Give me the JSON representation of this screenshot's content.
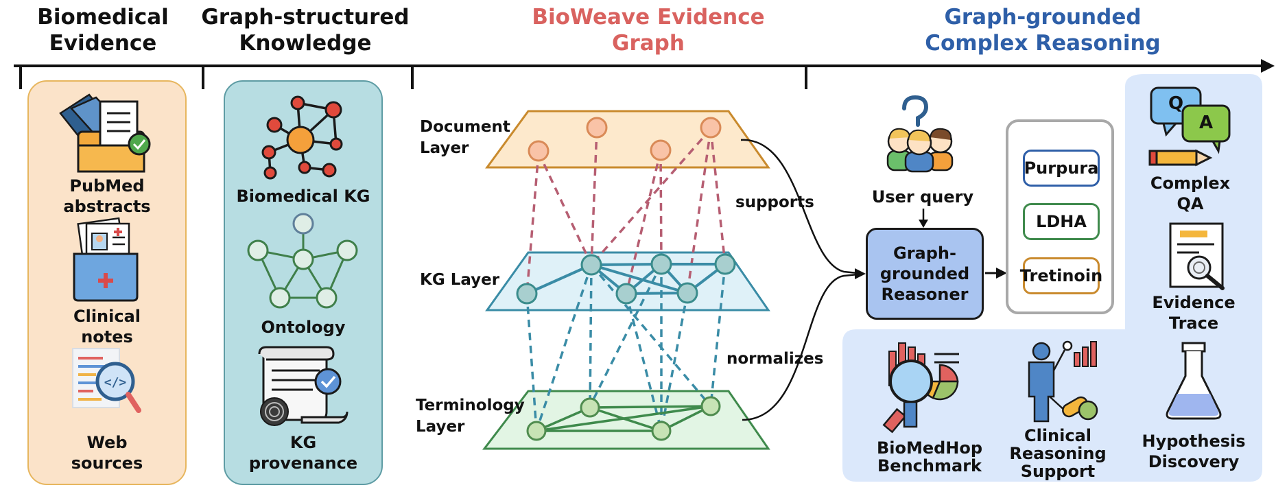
{
  "headers": {
    "col1": [
      "Biomedical",
      "Evidence"
    ],
    "col2": [
      "Graph-structured",
      "Knowledge"
    ],
    "col3": [
      "BioWeave Evidence",
      "Graph"
    ],
    "col4": [
      "Graph-grounded",
      "Complex Reasoning"
    ]
  },
  "evidence": {
    "pubmed": [
      "PubMed",
      "abstracts"
    ],
    "clinical": [
      "Clinical",
      "notes"
    ],
    "web": [
      "Web",
      "sources"
    ]
  },
  "knowledge": {
    "kg": "Biomedical KG",
    "ontology": "Ontology",
    "provenance": [
      "KG",
      "provenance"
    ]
  },
  "graph": {
    "document_layer": [
      "Document",
      "Layer"
    ],
    "kg_layer": "KG Layer",
    "terminology_layer": [
      "Terminology",
      "Layer"
    ],
    "supports": "supports",
    "normalizes": "normalizes"
  },
  "reasoning": {
    "user_query": "User query",
    "reasoner": [
      "Graph-",
      "grounded",
      "Reasoner"
    ],
    "answers": [
      "Purpura",
      "LDHA",
      "Tretinoin"
    ],
    "qa_icon_q": "Q",
    "qa_icon_a": "A",
    "complex_qa": [
      "Complex",
      "QA"
    ],
    "evidence_trace": [
      "Evidence",
      "Trace"
    ],
    "biomedhop": [
      "BioMedHop",
      "Benchmark"
    ],
    "clinical_support": [
      "Clinical",
      "Reasoning",
      "Support"
    ],
    "hypothesis": [
      "Hypothesis",
      "Discovery"
    ]
  },
  "colors": {
    "evidence_panel": "#fbe3c9",
    "knowledge_panel": "#b7dde2",
    "reasoning_panel": "#dbe8fb",
    "doc_layer": "#fde9cc",
    "kg_layer": "#dff1f8",
    "term_layer": "#e2f5e4",
    "header_red": "#d9625f",
    "header_blue": "#2e5fa8"
  }
}
